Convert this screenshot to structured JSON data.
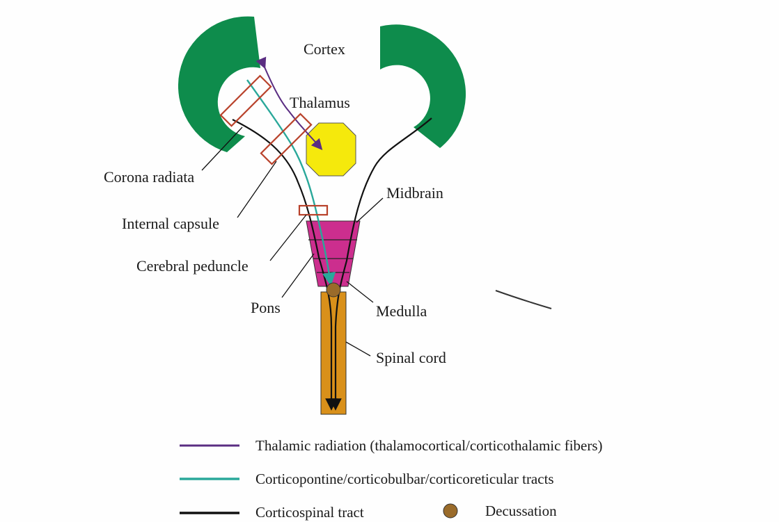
{
  "diagram": {
    "labels": {
      "cortex": "Cortex",
      "thalamus": "Thalamus",
      "corona_radiata": "Corona radiata",
      "internal_capsule": "Internal capsule",
      "cerebral_peduncle": "Cerebral peduncle",
      "midbrain": "Midbrain",
      "pons": "Pons",
      "medulla": "Medulla",
      "spinal_cord": "Spinal cord"
    },
    "legend": {
      "thalamic_radiation": "Thalamic radiation (thalamocortical/corticothalamic fibers)",
      "corticopontine": "Corticopontine/corticobulbar/corticoreticular tracts",
      "corticospinal": "Corticospinal tract",
      "decussation": "Decussation"
    },
    "colors": {
      "cortex": "#0e8c4c",
      "thalamus": "#f5e90c",
      "brainstem": "#cc2e8e",
      "spinal_cord": "#d9901a",
      "box_outline": "#b8412a",
      "thalamic_radiation": "#5a2d82",
      "corticopontine": "#2aa89a",
      "corticospinal": "#111111",
      "decussation": "#9a6b2a"
    }
  }
}
